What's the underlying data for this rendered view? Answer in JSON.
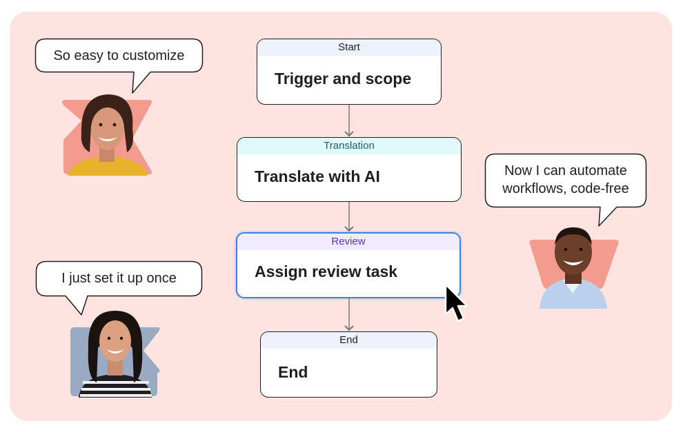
{
  "colors": {
    "panel_background": "#fde4e1",
    "node_border": "#1f1f1f",
    "selected_border": "#3b82e6",
    "connector": "#777777",
    "avatar_backdrop_coral": "#f49b8f",
    "avatar_backdrop_slate": "#9aaac2"
  },
  "flow": {
    "nodes": [
      {
        "header": "Start",
        "title": "Trigger and scope",
        "header_color": "#edf2fd"
      },
      {
        "header": "Translation",
        "title": "Translate with AI",
        "header_color": "#e2f9fb"
      },
      {
        "header": "Review",
        "title": "Assign review task",
        "header_color": "#f1ecfd",
        "selected": true
      },
      {
        "header": "End",
        "title": "End",
        "header_color": "#edf2fd"
      }
    ]
  },
  "testimonials": [
    {
      "quote": "So easy to customize"
    },
    {
      "quote_line1": "Now I can automate",
      "quote_line2": "workflows, code-free"
    },
    {
      "quote": "I just set it up once"
    }
  ],
  "icons": {
    "cursor": "mouse-pointer-icon"
  }
}
